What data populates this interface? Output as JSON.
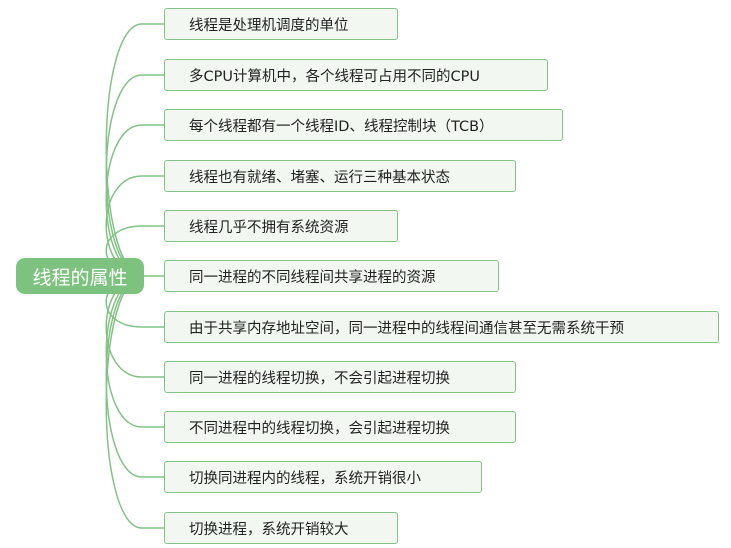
{
  "mindmap": {
    "root": "线程的属性",
    "link_color": "#82c385",
    "root_color": "#7dc27f",
    "node_fill": "#f2f8f1",
    "children": [
      "线程是处理机调度的单位",
      "多CPU计算机中，各个线程可占用不同的CPU",
      "每个线程都有一个线程ID、线程控制块（TCB）",
      "线程也有就绪、堵塞、运行三种基本状态",
      "线程几乎不拥有系统资源",
      "同一进程的不同线程间共享进程的资源",
      "由于共享内存地址空间，同一进程中的线程间通信甚至无需系统干预",
      "同一进程的线程切换，不会引起进程切换",
      "不同进程中的线程切换，会引起进程切换",
      "切换同进程内的线程，系统开销很小",
      "切换进程，系统开销较大"
    ]
  }
}
